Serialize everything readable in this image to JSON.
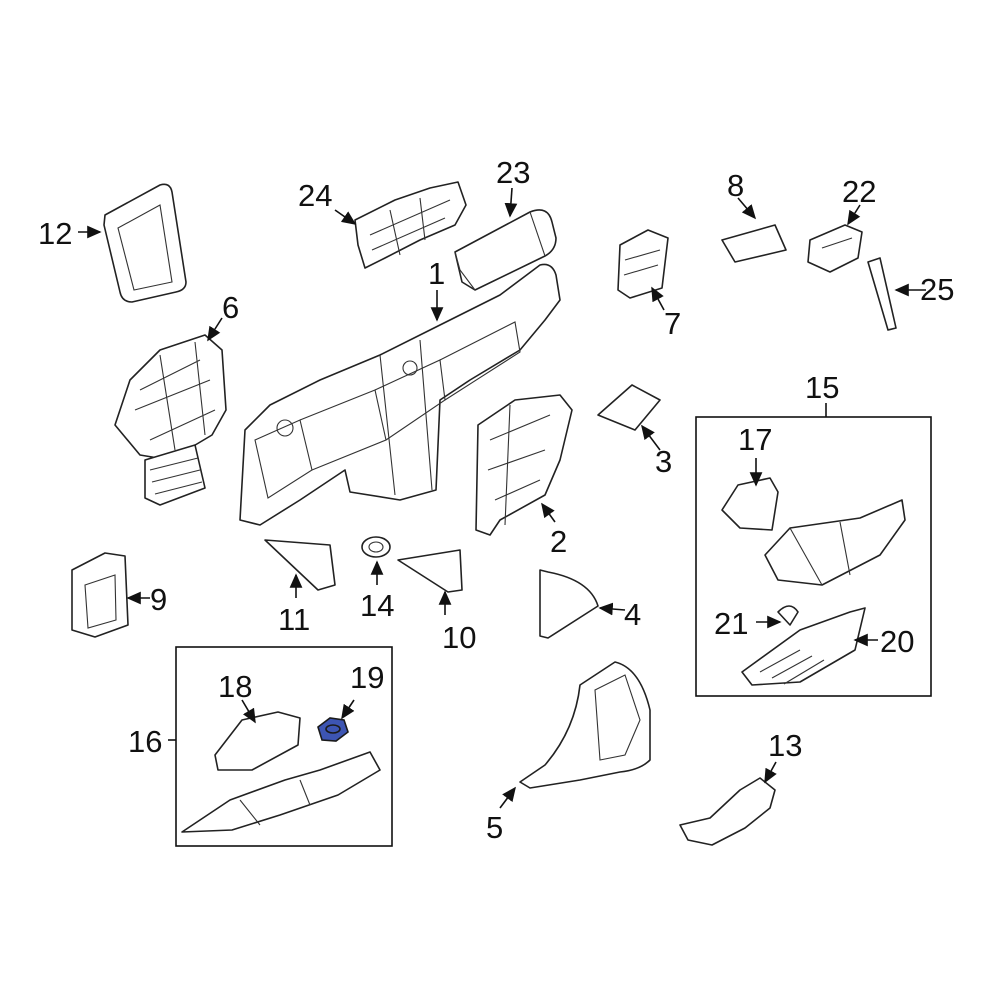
{
  "callouts": {
    "c1": "1",
    "c2": "2",
    "c3": "3",
    "c4": "4",
    "c5": "5",
    "c6": "6",
    "c7": "7",
    "c8": "8",
    "c9": "9",
    "c10": "10",
    "c11": "11",
    "c12": "12",
    "c13": "13",
    "c14": "14",
    "c15": "15",
    "c16": "16",
    "c17": "17",
    "c18": "18",
    "c19": "19",
    "c20": "20",
    "c21": "21",
    "c22": "22",
    "c23": "23",
    "c24": "24",
    "c25": "25"
  },
  "colors": {
    "highlight": "#3d55b3",
    "line": "#222222",
    "background": "#ffffff"
  }
}
